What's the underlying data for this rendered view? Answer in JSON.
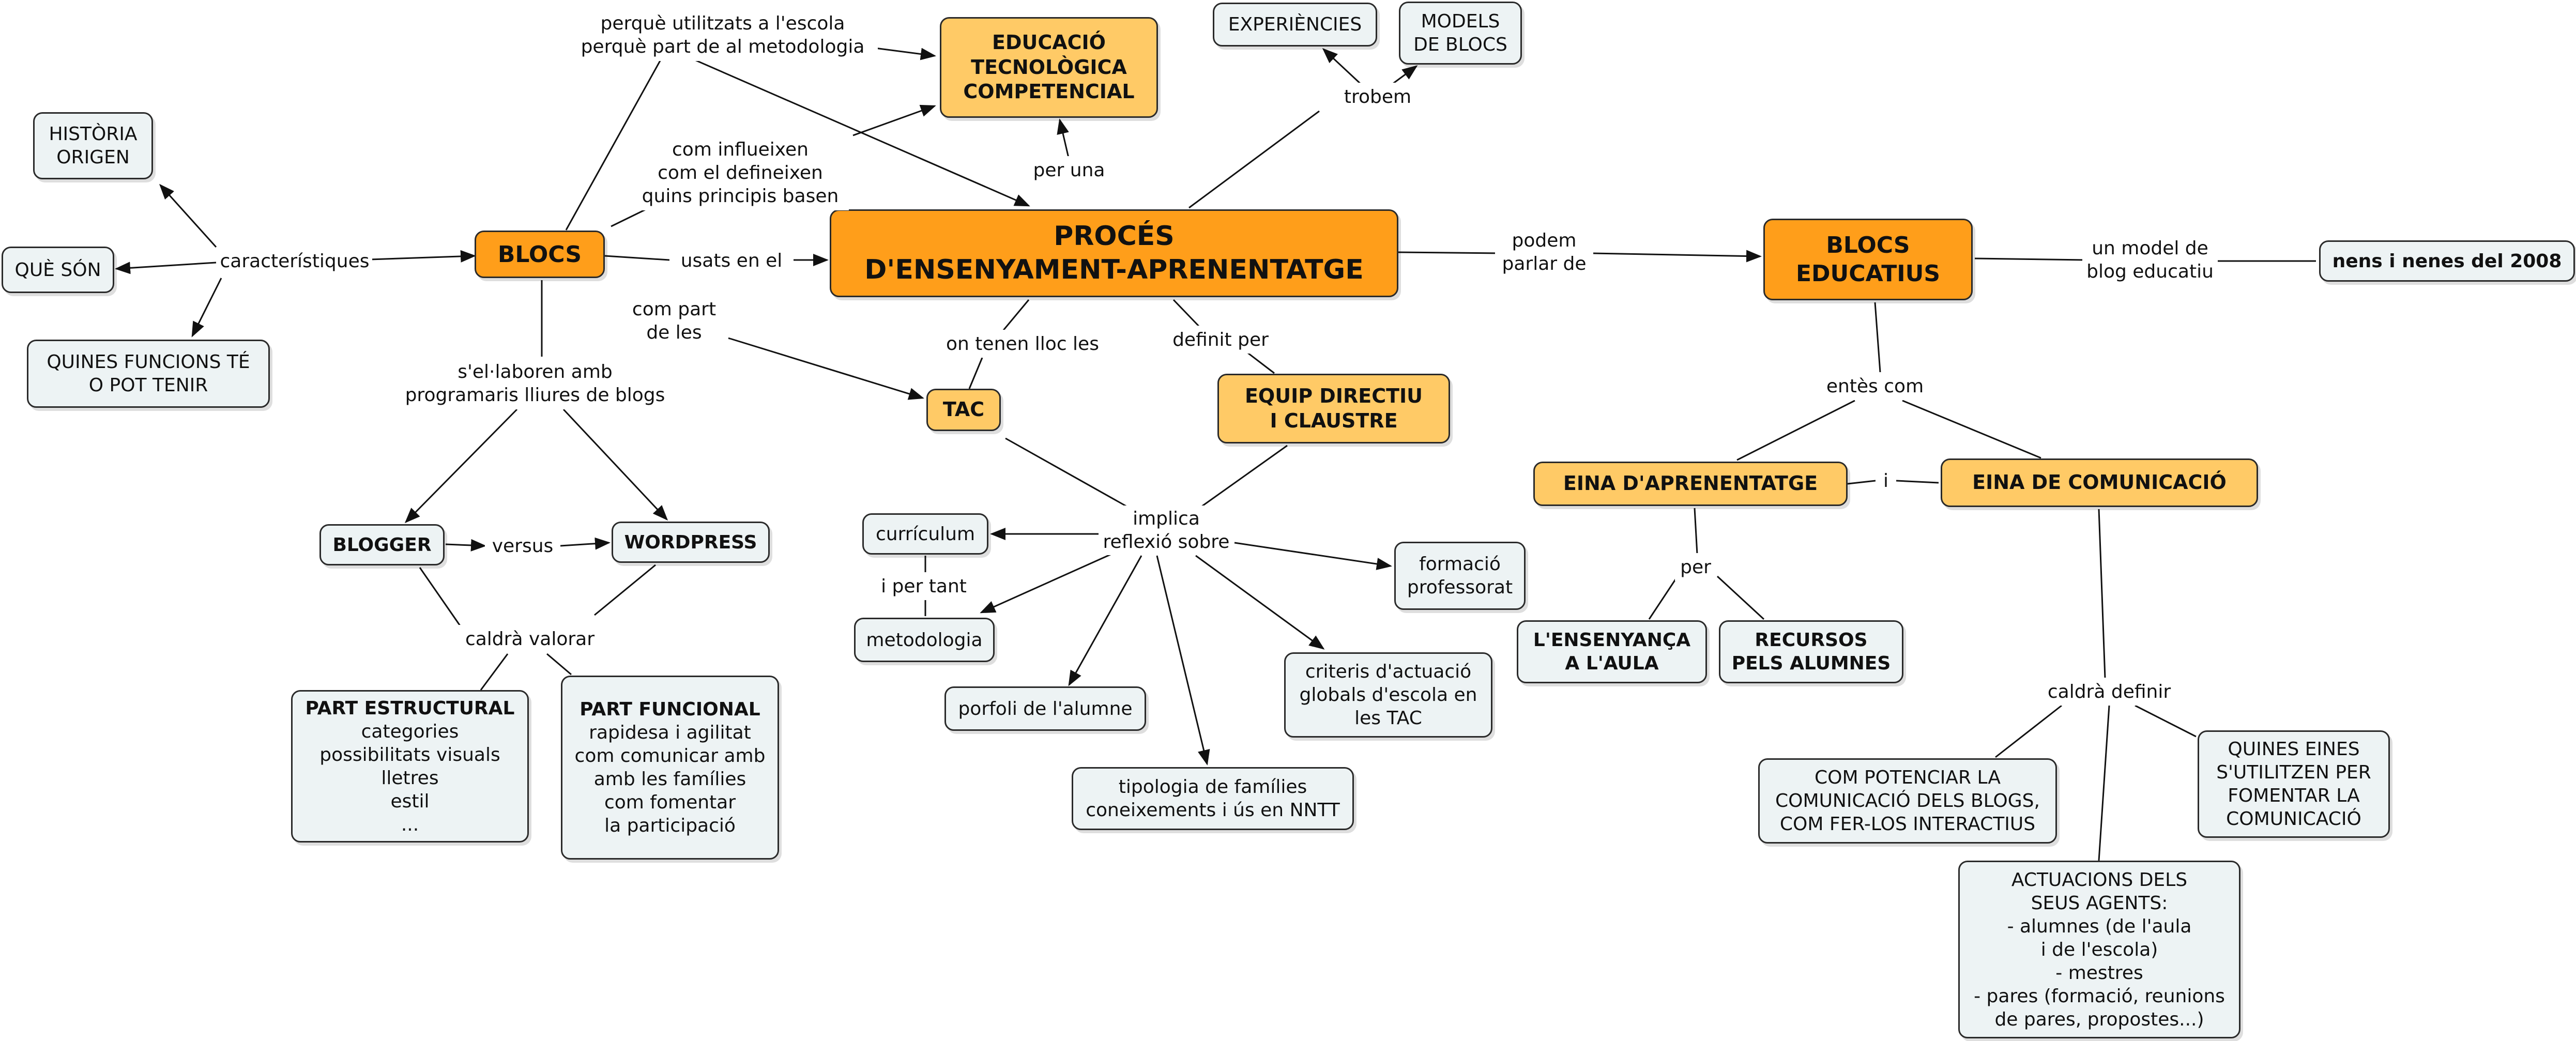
{
  "nodes": {
    "proces": [
      "PROCÉS",
      "D'ENSENYAMENT-APRENENTATGE"
    ],
    "educacio": [
      "EDUCACIÓ",
      "TECNOLÒGICA",
      "COMPETENCIAL"
    ],
    "experiencies": [
      "EXPERIÈNCIES"
    ],
    "models": [
      "MODELS",
      "DE BLOCS"
    ],
    "historia": [
      "HISTÒRIA",
      "ORIGEN"
    ],
    "que_son": [
      "QUÈ SÓN"
    ],
    "quines_funcions": [
      "QUINES FUNCIONS TÉ",
      "O POT TENIR"
    ],
    "blocs": [
      "BLOCS"
    ],
    "tac": [
      "TAC"
    ],
    "equip": [
      "EQUIP DIRECTIU",
      "I CLAUSTRE"
    ],
    "blocs_educatius": [
      "BLOCS",
      "EDUCATIUS"
    ],
    "nens": [
      "nens i nenes del 2008"
    ],
    "eina_aprenentatge": [
      "EINA D'APRENENTATGE"
    ],
    "eina_comunicacio": [
      "EINA DE COMUNICACIÓ"
    ],
    "ensenyanca": [
      "L'ENSENYANÇA",
      "A L'AULA"
    ],
    "recursos": [
      "RECURSOS",
      "PELS ALUMNES"
    ],
    "blogger": [
      "BLOGGER"
    ],
    "wordpress": [
      "WORDPRESS"
    ],
    "curriculum": [
      "currículum"
    ],
    "metodologia": [
      "metodologia"
    ],
    "formacio": [
      "formació",
      "professorat"
    ],
    "criteris": [
      "criteris d'actuació",
      "globals d'escola en",
      "les TAC"
    ],
    "porfoli": [
      "porfoli de l'alumne"
    ],
    "tipologia": [
      "tipologia de famílies",
      "coneixements i ús en NNTT"
    ],
    "part_estructural": [
      "PART ESTRUCTURAL",
      "categories",
      "possibilitats visuals",
      "lletres",
      "estil",
      "..."
    ],
    "part_funcional": [
      "PART FUNCIONAL",
      "rapidesa i agilitat",
      "com comunicar amb",
      "amb les famílies",
      "com fomentar",
      "la participació"
    ],
    "com_potenciar": [
      "COM POTENCIAR LA",
      "COMUNICACIÓ DELS BLOGS,",
      "COM FER-LOS INTERACTIUS"
    ],
    "quines_eines": [
      "QUINES EINES",
      "S'UTILITZEN PER",
      "FOMENTAR LA",
      "COMUNICACIÓ"
    ],
    "actuacions": [
      "ACTUACIONS DELS",
      "SEUS AGENTS:",
      "- alumnes (de l'aula",
      "i de l'escola)",
      "- mestres",
      "- pares (formació, reunions",
      "de pares, propostes...)"
    ]
  },
  "labels": {
    "perque": [
      "perquè utilitzats a l'escola",
      "perquè part de al metodologia"
    ],
    "com_influeixen": [
      "com influeixen",
      "com el defineixen",
      "quins principis basen"
    ],
    "caracteristiques": [
      "característiques"
    ],
    "usats_en_el": [
      "usats en el"
    ],
    "com_part_de_les": [
      "com part",
      "de les"
    ],
    "per_una": [
      "per una"
    ],
    "trobem": [
      "trobem"
    ],
    "podem_parlar_de": [
      "podem",
      "parlar de"
    ],
    "un_model": [
      "un model de",
      "blog educatiu"
    ],
    "on_tenen": [
      "on tenen lloc les"
    ],
    "definit_per": [
      "definit per"
    ],
    "sel_laboren": [
      "s'el·laboren amb",
      "programaris lliures de blogs"
    ],
    "versus": [
      "versus"
    ],
    "caldra_valorar": [
      "caldrà valorar"
    ],
    "implica": [
      "implica",
      "reflexió sobre"
    ],
    "i_per_tant": [
      "i per tant"
    ],
    "entes_com": [
      "entès com"
    ],
    "i": [
      "i"
    ],
    "per": [
      "per"
    ],
    "caldra_definir": [
      "caldrà definir"
    ]
  }
}
